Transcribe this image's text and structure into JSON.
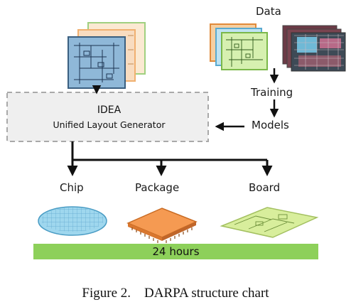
{
  "labels": {
    "data": "Data",
    "training": "Training",
    "models": "Models",
    "chip": "Chip",
    "package": "Package",
    "board": "Board"
  },
  "idea_box": {
    "title": "IDEA",
    "subtitle": "Unified Layout Generator"
  },
  "timeline_bar": {
    "label": "24 hours",
    "color": "#8dd05a"
  },
  "caption": "Figure 2.    DARPA structure chart",
  "colors": {
    "schematic_front": "#8fb8d8",
    "schematic_orange": "#f0b070",
    "schematic_green": "#a0d080",
    "wafer": "#9fd7ee",
    "package": "#f59a52",
    "board": "#d8ee9c",
    "box_border": "#a9a9a9",
    "box_fill": "#efefef"
  },
  "icons": [
    "schematic-stack-icon",
    "data-schematic-stack-icon",
    "layout-photo-stack-icon",
    "wafer-icon",
    "package-chip-icon",
    "pcb-board-icon"
  ]
}
